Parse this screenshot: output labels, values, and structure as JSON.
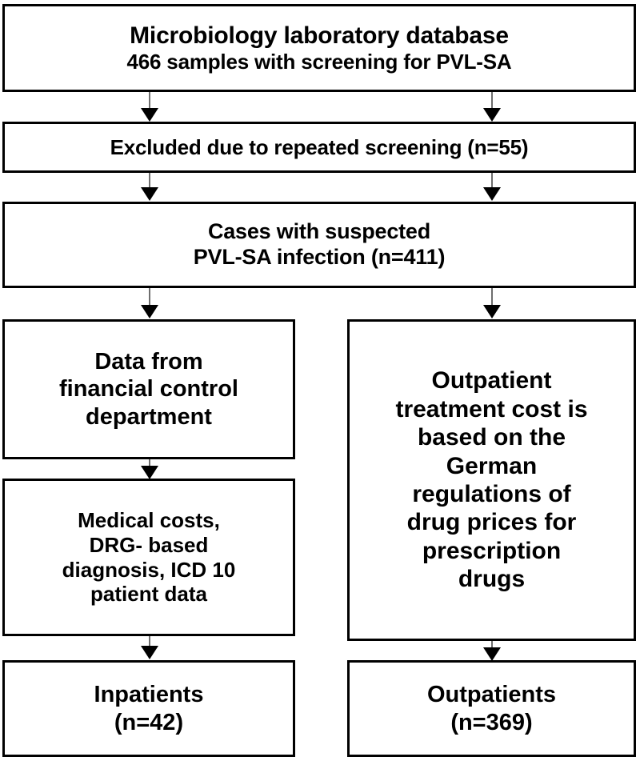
{
  "figure": {
    "type": "flowchart",
    "orientation": "top-to-bottom",
    "stroke_color": "#000000",
    "fill_color": "#ffffff",
    "connector_color": "#6e6e6e"
  },
  "nodes": {
    "database": {
      "title": "Microbiology laboratory database",
      "subtitle": "466 samples with screening for PVL-SA",
      "count": 466
    },
    "excluded": {
      "text": "Excluded due to repeated screening (n=55)",
      "count": 55
    },
    "suspected": {
      "line1": "Cases with suspected",
      "line2": "PVL-SA infection (n=411)",
      "count": 411
    },
    "financial": {
      "line1": "Data from",
      "line2": "financial control",
      "line3": "department"
    },
    "medical_costs": {
      "line1": "Medical costs,",
      "line2": "DRG- based",
      "line3": "diagnosis, ICD 10",
      "line4": "patient data"
    },
    "outpatient_cost": {
      "line1": "Outpatient",
      "line2": "treatment cost is",
      "line3": "based on the",
      "line4": "German",
      "line5": "regulations of",
      "line6": "drug prices for",
      "line7": "prescription",
      "line8": "drugs"
    },
    "inpatients": {
      "line1": "Inpatients",
      "line2": "(n=42)",
      "count": 42
    },
    "outpatients": {
      "line1": "Outpatients",
      "line2": "(n=369)",
      "count": 369
    }
  }
}
